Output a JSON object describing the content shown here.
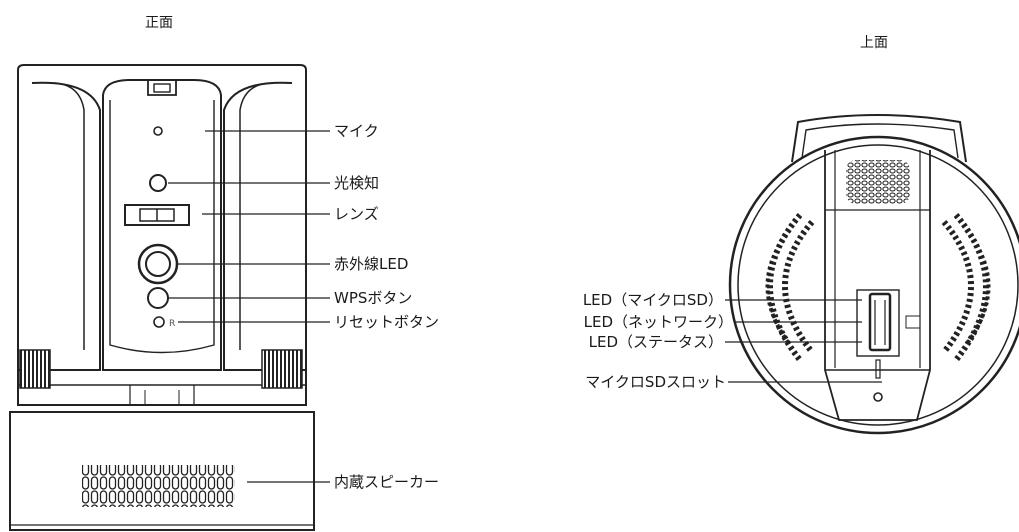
{
  "front": {
    "title": "正面",
    "labels": {
      "mic": "マイク",
      "light_sensor": "光検知",
      "lens": "レンズ",
      "ir_led": "赤外線LED",
      "wps_button": "WPSボタン",
      "reset_button": "リセットボタン",
      "speaker": "内蔵スピーカー"
    },
    "reset_marker": "R"
  },
  "top": {
    "title": "上面",
    "labels": {
      "led_microsd": "LED（マイクロSD）",
      "led_network": "LED（ネットワーク）",
      "led_status": "LED（ステータス）",
      "microsd_slot": "マイクロSDスロット"
    }
  }
}
